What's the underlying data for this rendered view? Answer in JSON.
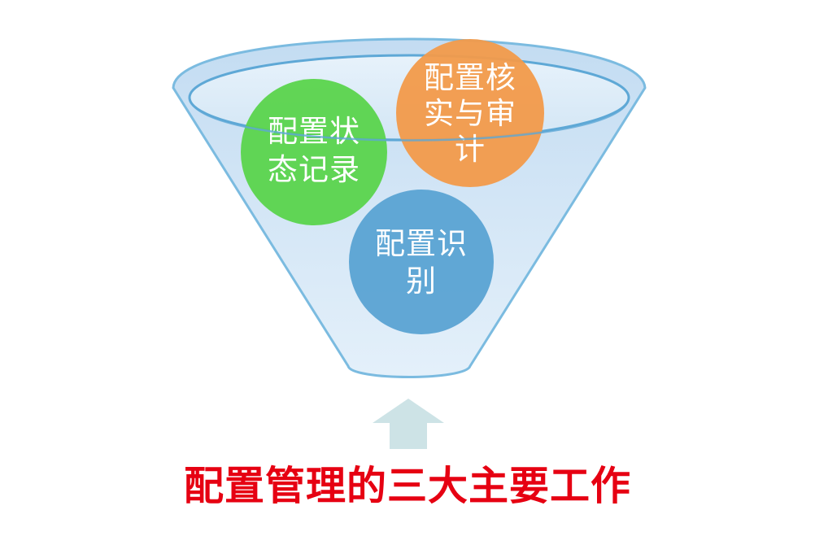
{
  "funnel": {
    "bubbles": {
      "status_accounting": {
        "line1": "配置状",
        "line2": "态记录",
        "color": "#5ad44c"
      },
      "audit": {
        "line1": "配置核",
        "line2": "实与审",
        "line3": "计",
        "color": "#f29a4a"
      },
      "identification": {
        "line1": "配置识",
        "line2": "别",
        "color": "#5aa3d3"
      }
    },
    "funnel_color": "#d2e5f6",
    "outline_color": "#7bbbe0",
    "arrow_color": "#cde3e6"
  },
  "caption": {
    "text": "配置管理的三大主要工作",
    "color": "#e60012"
  }
}
